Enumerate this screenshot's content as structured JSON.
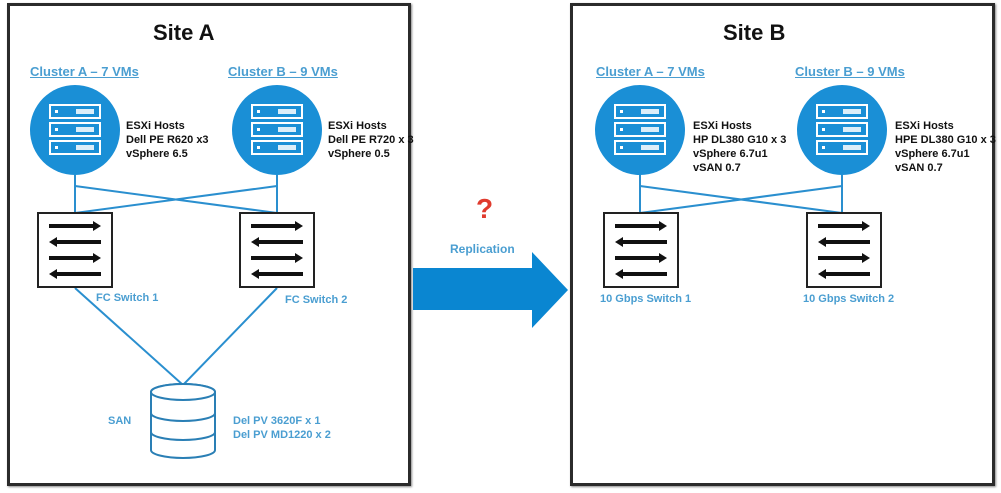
{
  "colors": {
    "accent": "#1a8fd6",
    "label": "#4a9ed1",
    "question": "#e03b2e",
    "border": "#2b2b2b"
  },
  "site_a": {
    "title": "Site A",
    "clusters": [
      {
        "label": "Cluster A – 7 VMs",
        "icon": "server-rack-icon",
        "info": [
          "ESXi Hosts",
          "Dell PE R620 x3",
          "vSphere 6.5"
        ]
      },
      {
        "label": "Cluster B – 9 VMs",
        "icon": "server-rack-icon",
        "info": [
          "ESXi Hosts",
          "Dell PE R720 x 3",
          "vSphere 0.5"
        ]
      }
    ],
    "switches": [
      {
        "label": "FC Switch 1",
        "icon": "network-switch-icon"
      },
      {
        "label": "FC Switch 2",
        "icon": "network-switch-icon"
      }
    ],
    "storage": {
      "label": "SAN",
      "icon": "database-icon",
      "info": [
        "Del PV 3620F x 1",
        "Del PV MD1220 x 2"
      ]
    }
  },
  "replication": {
    "question": "?",
    "label": "Replication",
    "icon": "right-arrow-icon"
  },
  "site_b": {
    "title": "Site B",
    "clusters": [
      {
        "label": "Cluster A – 7 VMs",
        "icon": "server-rack-icon",
        "info": [
          "ESXi Hosts",
          "HP DL380 G10 x 3",
          "vSphere 6.7u1",
          "vSAN 0.7"
        ]
      },
      {
        "label": "Cluster B – 9 VMs",
        "icon": "server-rack-icon",
        "info": [
          "ESXi Hosts",
          "HPE DL380 G10 x 3",
          "vSphere 6.7u1",
          "vSAN 0.7"
        ]
      }
    ],
    "switches": [
      {
        "label": "10 Gbps Switch 1",
        "icon": "network-switch-icon"
      },
      {
        "label": "10 Gbps Switch 2",
        "icon": "network-switch-icon"
      }
    ]
  }
}
